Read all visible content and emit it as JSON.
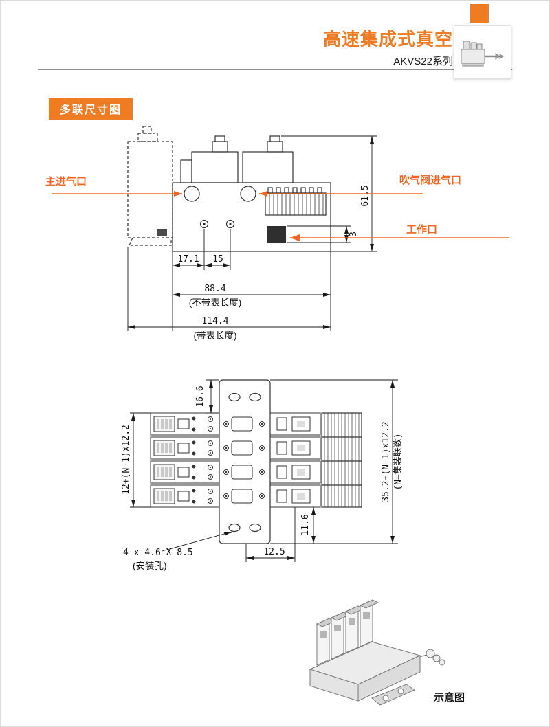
{
  "colors": {
    "accent": "#ef7b23",
    "callout": "#f26522"
  },
  "header": {
    "title": "高速集成式真空",
    "series": "AKVS22系列"
  },
  "section": {
    "badge": "多联尺寸图"
  },
  "top_view": {
    "callouts": {
      "main_inlet": "主进气口",
      "blow_valve_inlet": "吹气阀进气口",
      "work_port": "工作口"
    },
    "dims": {
      "overall_height": "61.5",
      "work_port_height": "3",
      "hole_offset_1": "17.1",
      "hole_pitch": "15",
      "length_without_gauge": "88.4",
      "length_without_gauge_note": "(不带表长度)",
      "length_with_gauge": "114.4",
      "length_with_gauge_note": "(带表长度)"
    }
  },
  "front_view": {
    "dims": {
      "top_offset": "16.6",
      "stack_height_left": "12+(N-1)x12.2",
      "overall_height_right": "35.2+(N-1)x12.2",
      "overall_height_note": "(N=集装联数)",
      "mounting_holes": "4 x 4.6 X 8.5",
      "mounting_holes_note": "(安装孔)",
      "hole_pitch_bottom": "12.5",
      "bottom_offset": "11.6"
    }
  },
  "footer": {
    "schematic_caption": "示意图"
  }
}
